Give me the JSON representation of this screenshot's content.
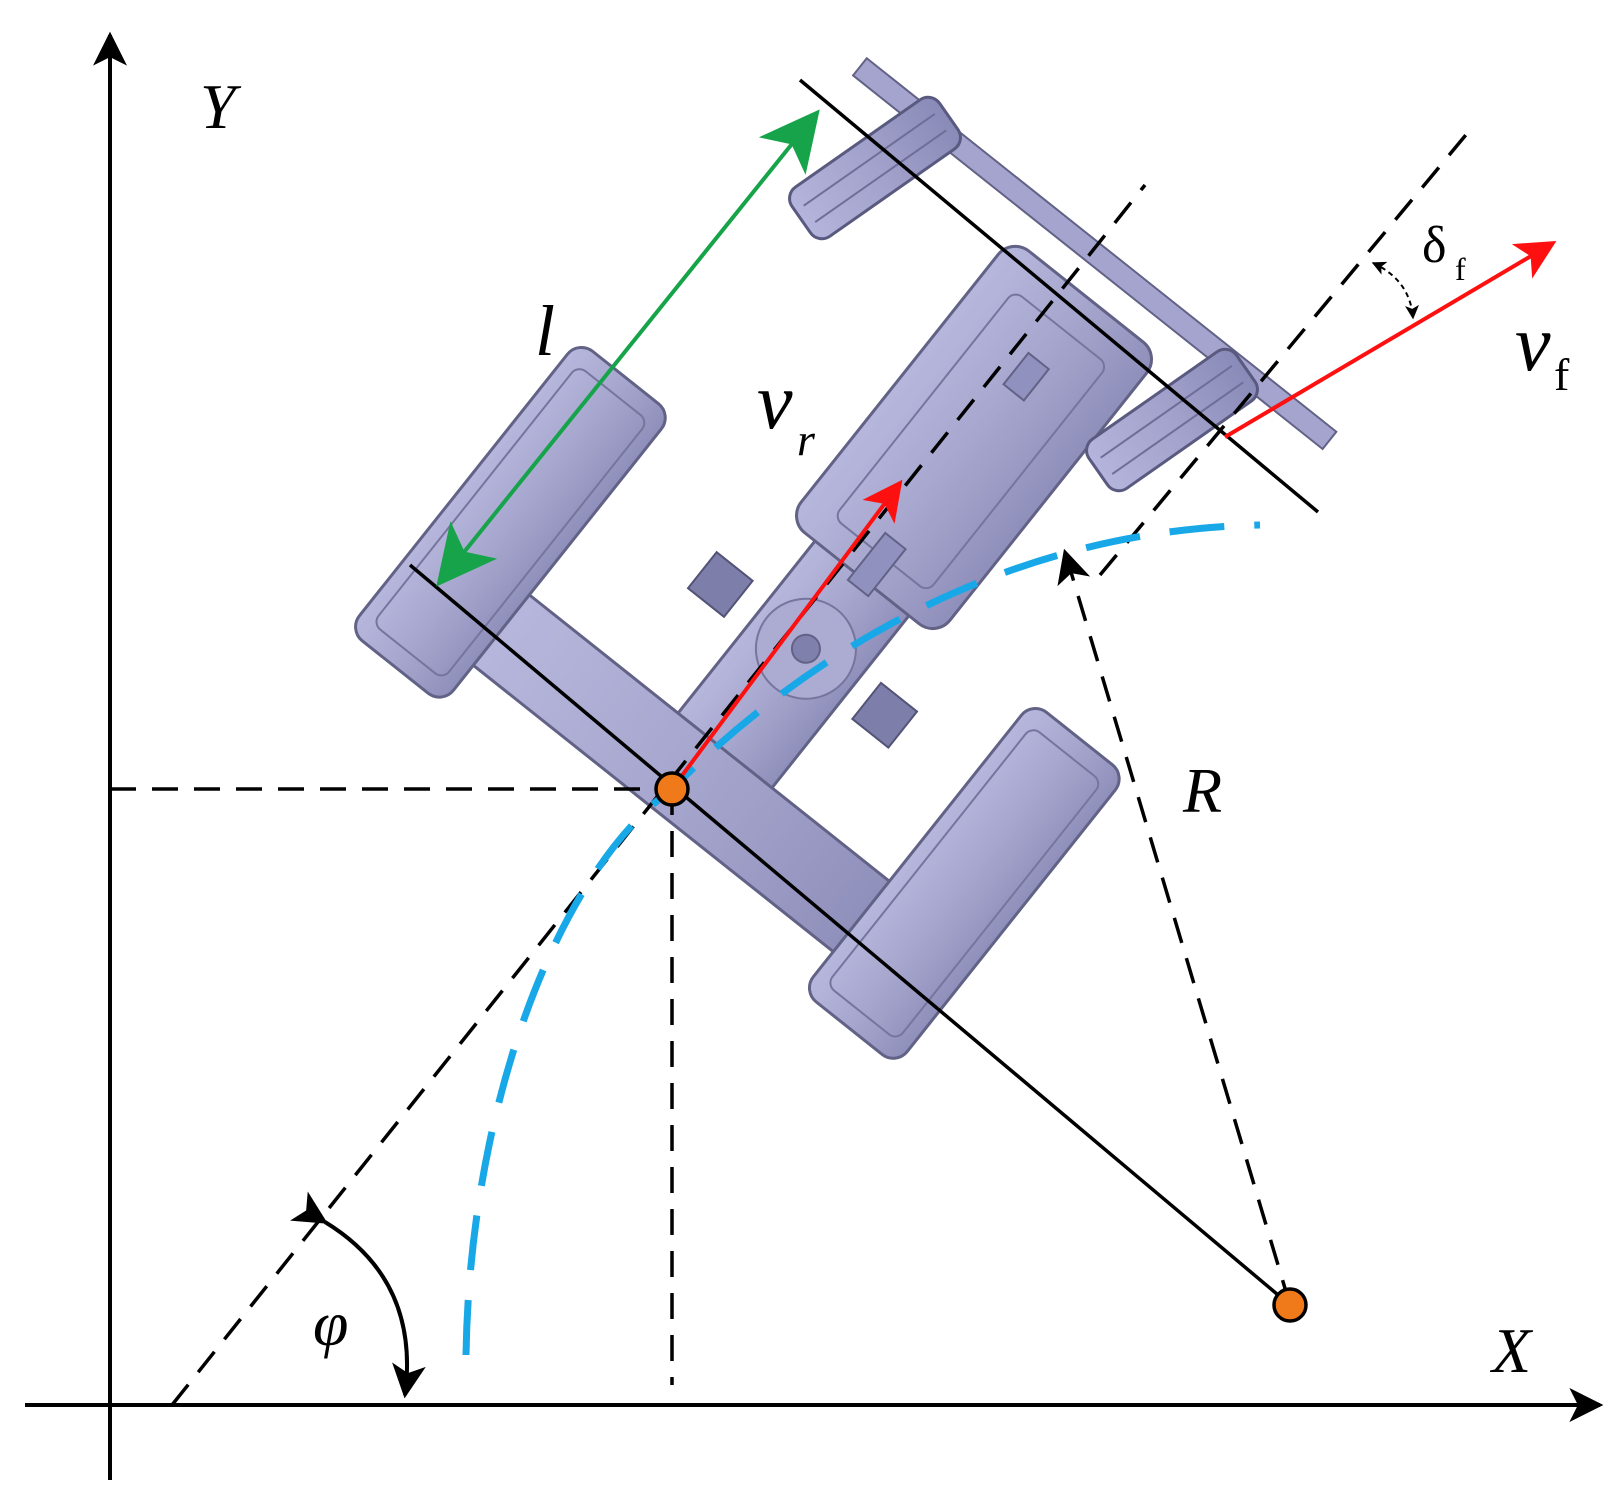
{
  "labels": {
    "x_axis": "X",
    "y_axis": "Y",
    "wheelbase": "l",
    "rear_velocity": "v",
    "rear_velocity_sub": "r",
    "front_velocity": "v",
    "front_velocity_sub": "f",
    "steer_angle": "δ",
    "steer_angle_sub": "f",
    "radius": "R",
    "heading": "φ"
  },
  "colors": {
    "axis": "#000000",
    "vehicle_body": "#9c9cc8",
    "vehicle_edge": "#5a5a80",
    "wheelbase_arrow": "#16a34a",
    "velocity_arrow": "#ff1010",
    "path": "#18a8e8",
    "point": "#f07a1a"
  }
}
